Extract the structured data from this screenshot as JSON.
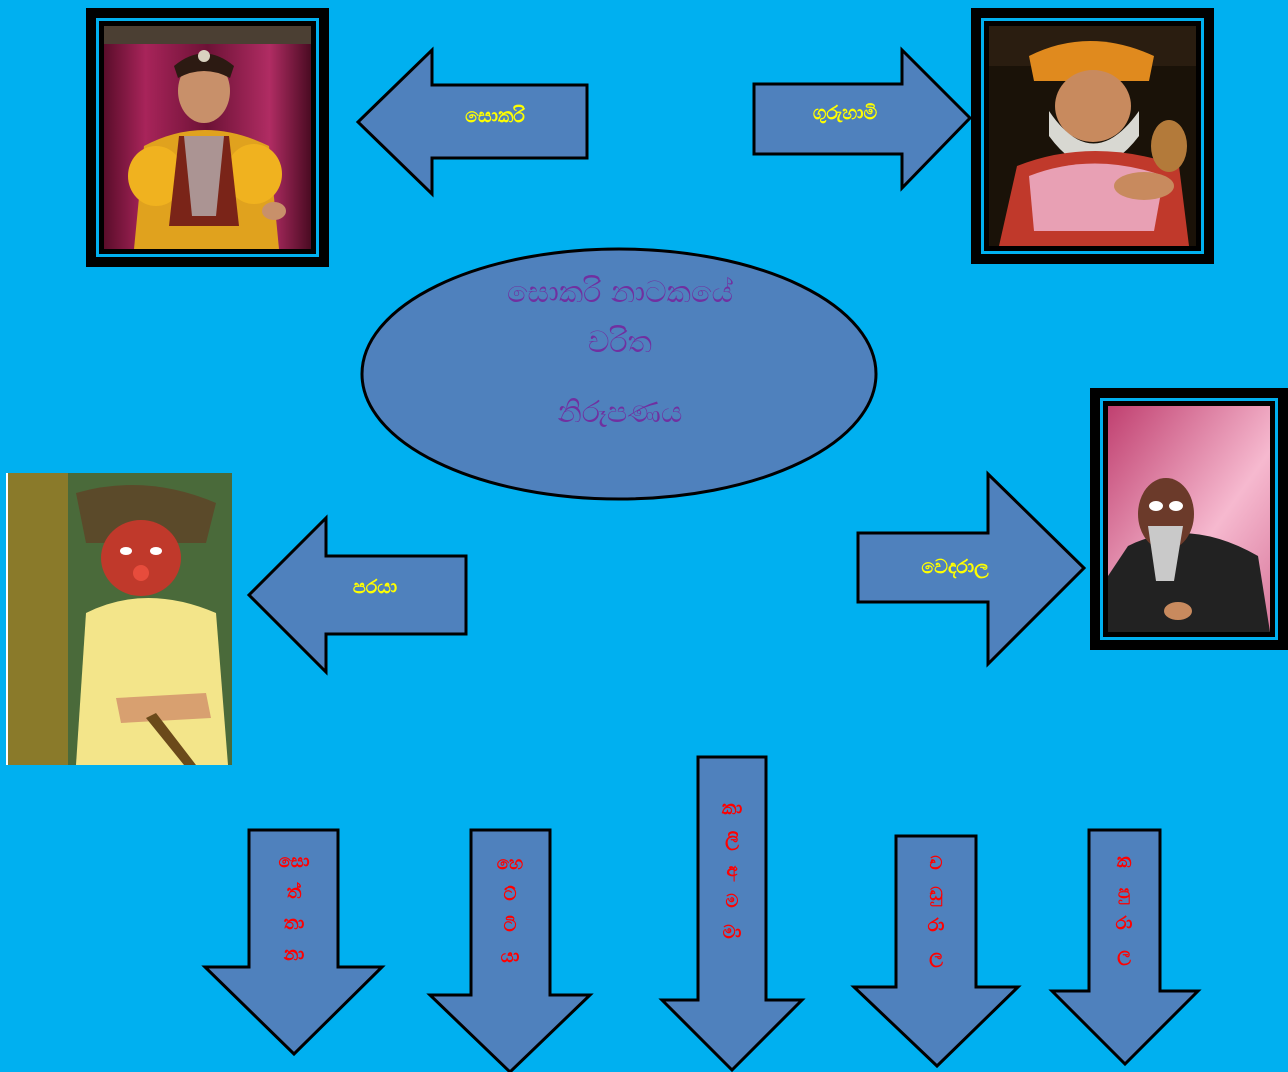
{
  "colors": {
    "background": "#00b0f0",
    "shape_fill": "#4f81bd",
    "label_yellow": "#ffff00",
    "label_red": "#ff0000",
    "center_text": "#7030a0"
  },
  "center": {
    "line1": "සොකරි නාටකයේ",
    "line2": "චරිත",
    "line3": "නිරූපණය"
  },
  "arrows": {
    "sokari": "සොකරි",
    "guruhami": "ගුරුහාමි",
    "paraya": "පරයා",
    "vedarala": "වෙදරාල"
  },
  "down_arrows": [
    {
      "syllables": [
        "සො",
        "ත්",
        "තා",
        "නා"
      ]
    },
    {
      "syllables": [
        "හෙ",
        "ට්",
        "ටි",
        "යා"
      ]
    },
    {
      "syllables": [
        "කා",
        "ලි",
        "අ",
        "ම",
        "මා"
      ]
    },
    {
      "syllables": [
        "ච",
        "ඩු",
        "රා",
        "ල"
      ]
    },
    {
      "syllables": [
        "ක",
        "පු",
        "රා",
        "ල"
      ]
    }
  ],
  "photos": [
    "sokari-photo",
    "guruhami-photo",
    "paraya-photo",
    "vedarala-photo"
  ]
}
